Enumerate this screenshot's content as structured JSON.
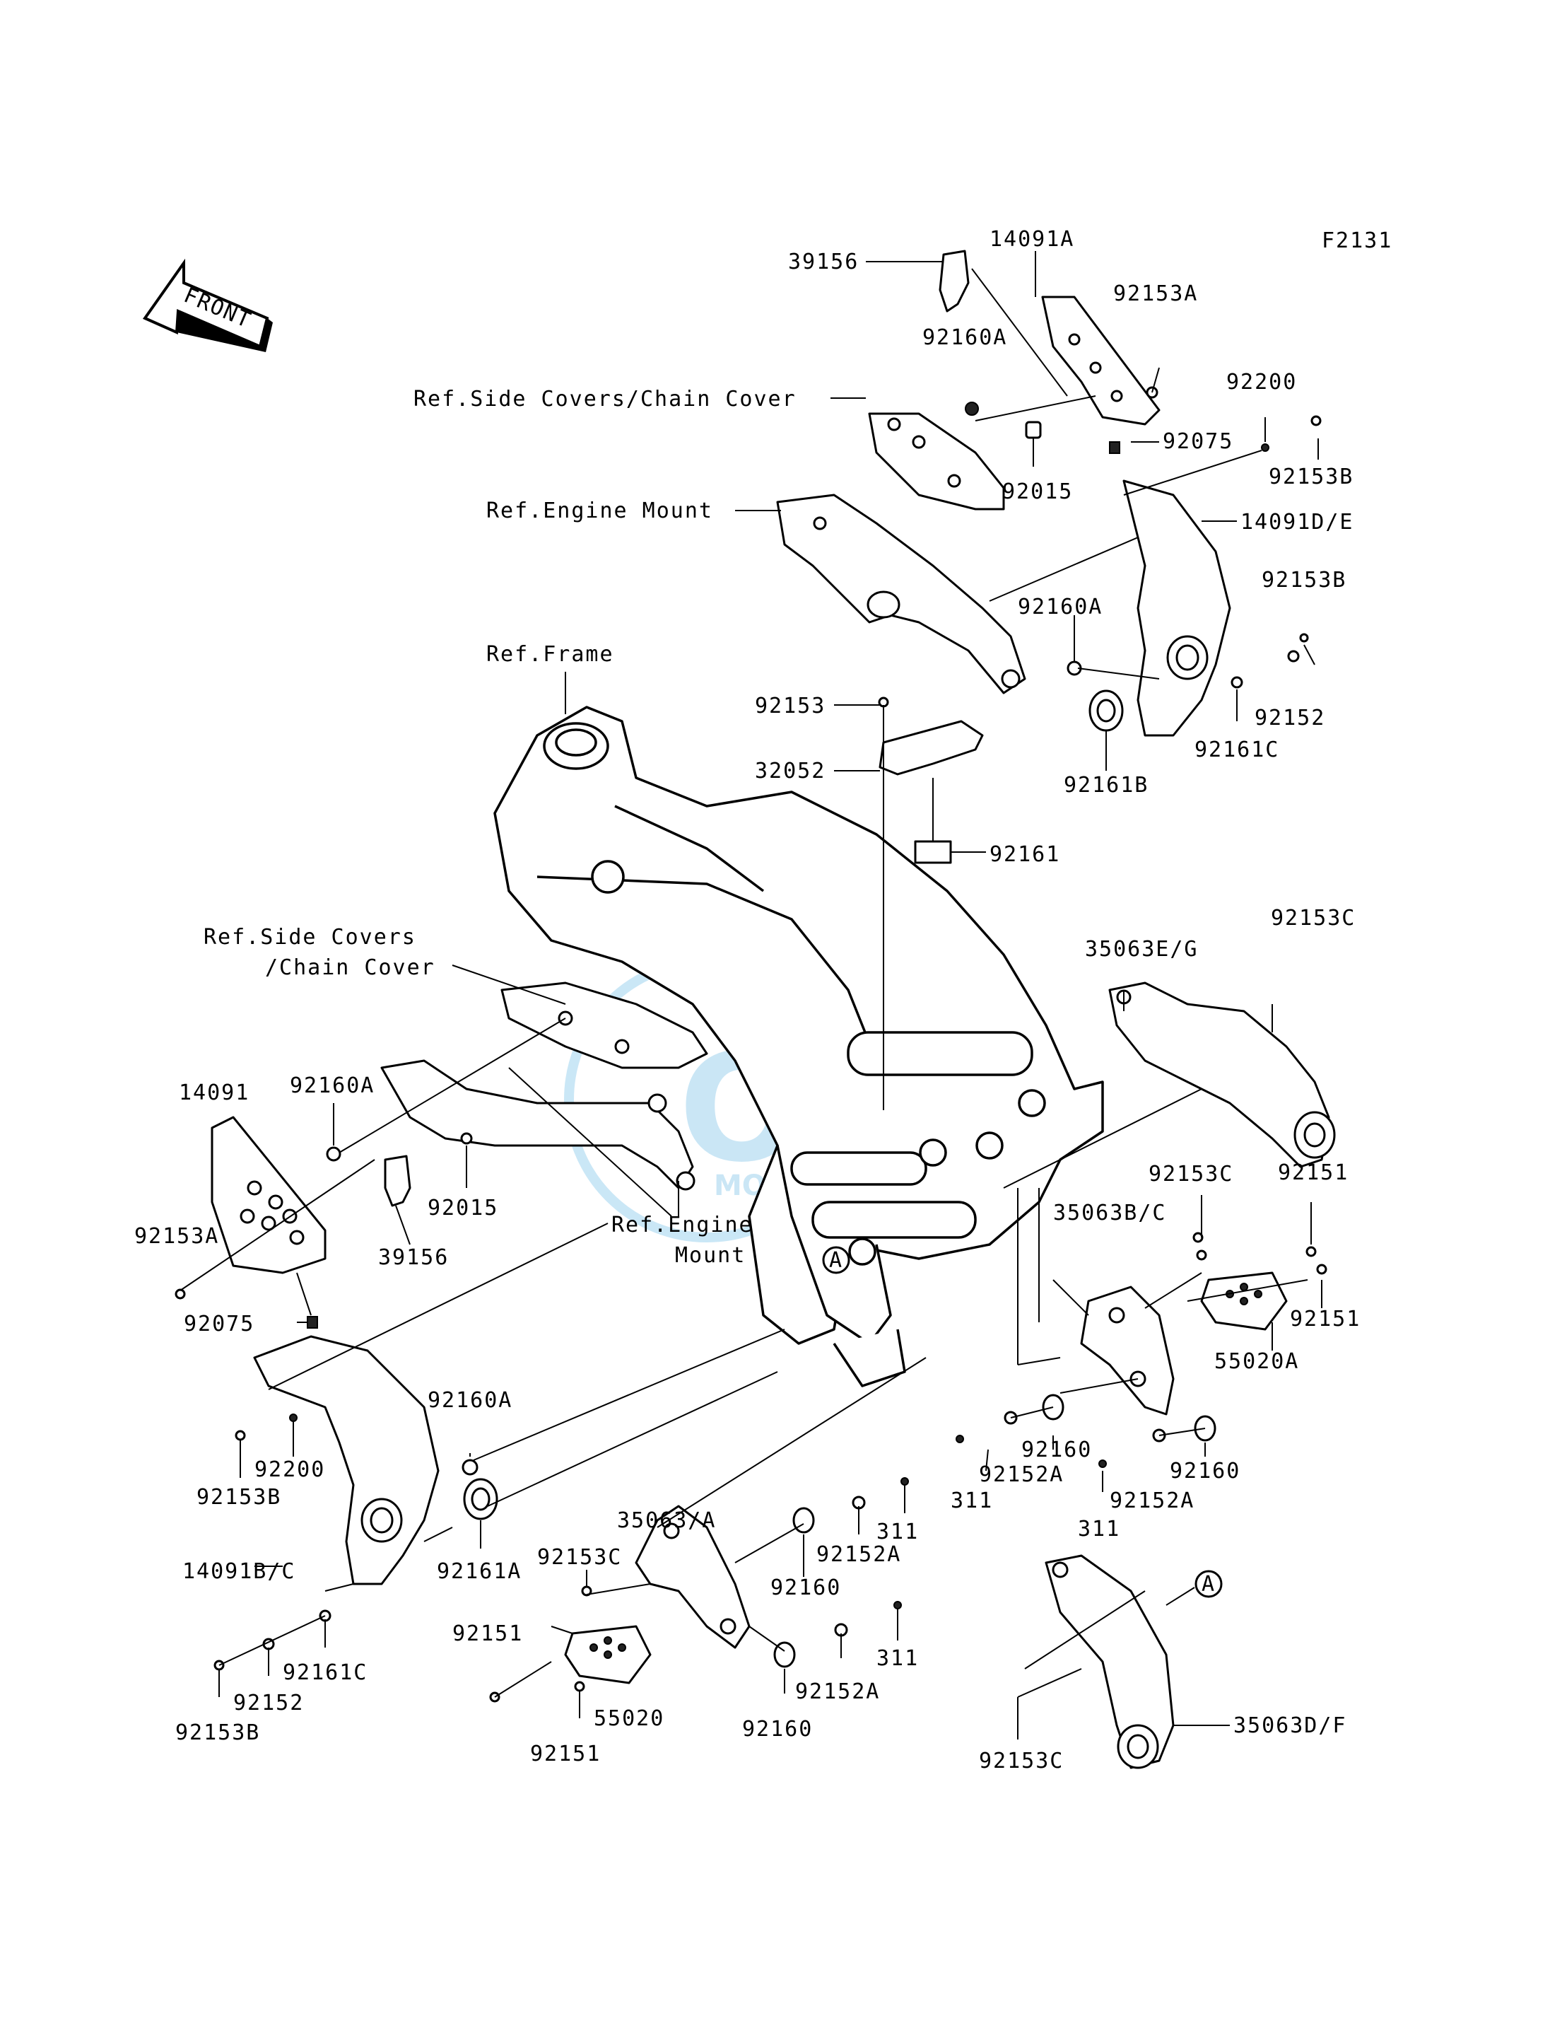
{
  "figure_code": "F2131",
  "front_arrow": "FRONT",
  "watermark": {
    "text": "OSK",
    "sub": "MOTOR PARTS"
  },
  "callouts": {
    "a1": "A",
    "a2": "A"
  },
  "labels": {
    "p39156_top": "39156",
    "p14091A": "14091A",
    "p92153A_top": "92153A",
    "p92160A_top": "92160A",
    "ref_side_top": "Ref.Side Covers/Chain Cover",
    "p92200_top": "92200",
    "p92075_top": "92075",
    "p92153B_top": "92153B",
    "p92015_top": "92015",
    "ref_engine_top": "Ref.Engine Mount",
    "p14091DE": "14091D/E",
    "p92153B_mid": "92153B",
    "p92160A_mid": "92160A",
    "ref_frame": "Ref.Frame",
    "p92153": "92153",
    "p92152_mid": "92152",
    "p92161C_mid": "92161C",
    "p32052": "32052",
    "p92161B": "92161B",
    "p92161": "92161",
    "p92153C_r1": "92153C",
    "ref_side_mid1": "Ref.Side Covers",
    "ref_side_mid2": "/Chain Cover",
    "p35063EG": "35063E/G",
    "p14091": "14091",
    "p92160A_left": "92160A",
    "p92153C_r2": "92153C",
    "p92151_r1": "92151",
    "p92015_left": "92015",
    "p39156_left": "39156",
    "ref_engine_mid1": "Ref.Engine",
    "ref_engine_mid2": "Mount",
    "p35063BC": "35063B/C",
    "p92153A_left": "92153A",
    "p92151_r2": "92151",
    "p92075_left": "92075",
    "p55020A": "55020A",
    "p92160A_low": "92160A",
    "p92160_r1": "92160",
    "p92200_left": "92200",
    "p92152A_r1": "92152A",
    "p92160_r2": "92160",
    "p92153B_left": "92153B",
    "p311_r1": "311",
    "p35063A": "35063/A",
    "p92152A_r2": "92152A",
    "p311_r2": "311",
    "p92153C_low": "92153C",
    "p92152A_low": "92152A",
    "p311_low1": "311",
    "p14091BC": "14091B/C",
    "p92161A": "92161A",
    "p92160_low1": "92160",
    "p92151_low1": "92151",
    "p311_low2": "311",
    "p92161C_left": "92161C",
    "p92152_left": "92152",
    "p92152A_low2": "92152A",
    "p55020": "55020",
    "p92160_low2": "92160",
    "p92153B_low": "92153B",
    "p92151_low2": "92151",
    "p35063DF": "35063D/F",
    "p92153C_bot": "92153C"
  }
}
